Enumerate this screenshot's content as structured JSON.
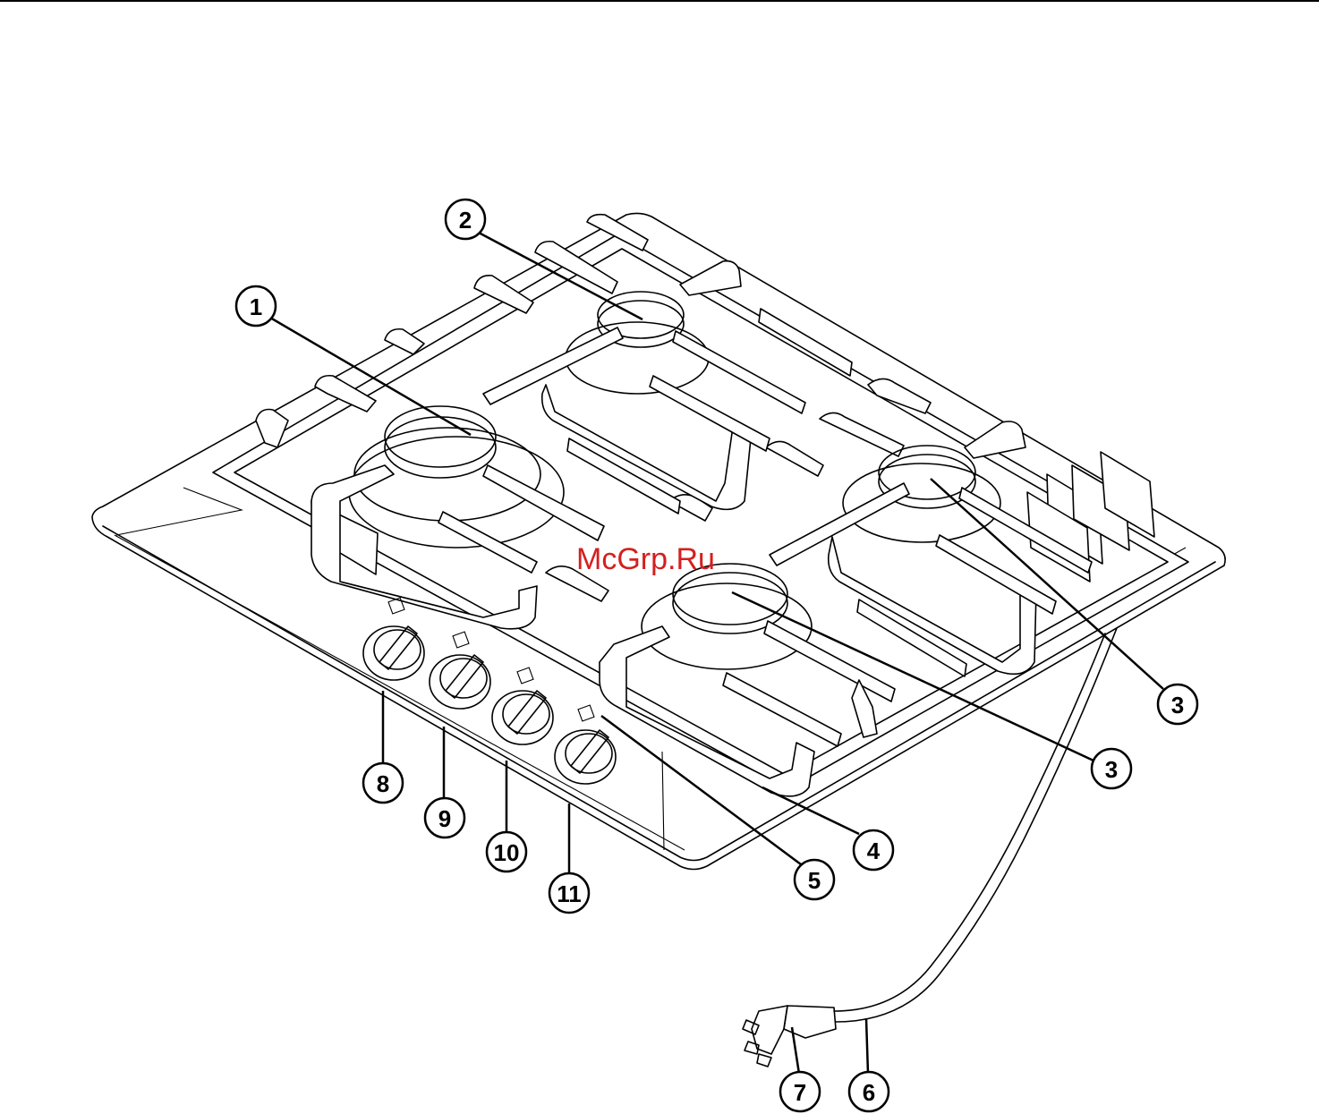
{
  "watermark": "McGrp.Ru",
  "watermark_color": "#d42020",
  "callouts": [
    "1",
    "2",
    "3",
    "3",
    "4",
    "5",
    "6",
    "7",
    "8",
    "9",
    "10",
    "11"
  ]
}
